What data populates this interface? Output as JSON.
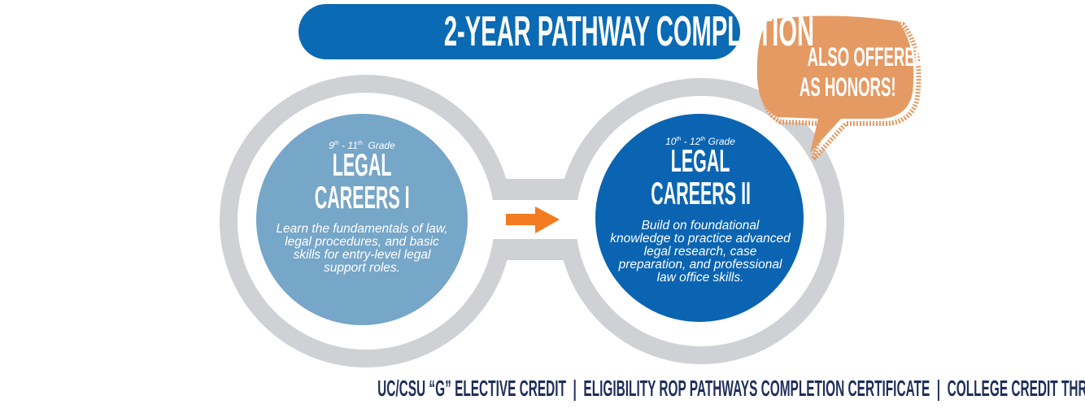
{
  "title": "2-YEAR PATHWAY COMPLETION",
  "callout": {
    "line1": "ALSO OFFERED",
    "line2": "AS HONORS!"
  },
  "courses": [
    {
      "grade_start": "9",
      "grade_start_suffix": "th",
      "grade_end": "11",
      "grade_end_suffix": "th",
      "grade_label": "Grade",
      "title_line1": "LEGAL",
      "title_line2": "CAREERS I",
      "description": "Learn the fundamentals of law, legal procedures, and basic skills for entry-level legal support roles."
    },
    {
      "grade_start": "10",
      "grade_start_suffix": "th",
      "grade_end": "12",
      "grade_end_suffix": "th",
      "grade_label": "Grade",
      "title_line1": "LEGAL",
      "title_line2": "CAREERS II",
      "description": "Build on foundational knowledge to practice advanced legal research, case preparation, and professional law office skills."
    }
  ],
  "footer": "UC/CSU “G” ELECTIVE CREDIT  |  ELIGIBILITY ROP PATHWAYS COMPLETION CERTIFICATE  |  COLLEGE CREDIT THROUGH ARTICULATION",
  "colors": {
    "title_bg": "#0a6ab4",
    "course1": "#76a6c8",
    "course2": "#0a64b2",
    "ring": "#cfd1d4",
    "arrow": "#f47b20",
    "callout": "#e59a63",
    "footer": "#1f2f5a"
  }
}
